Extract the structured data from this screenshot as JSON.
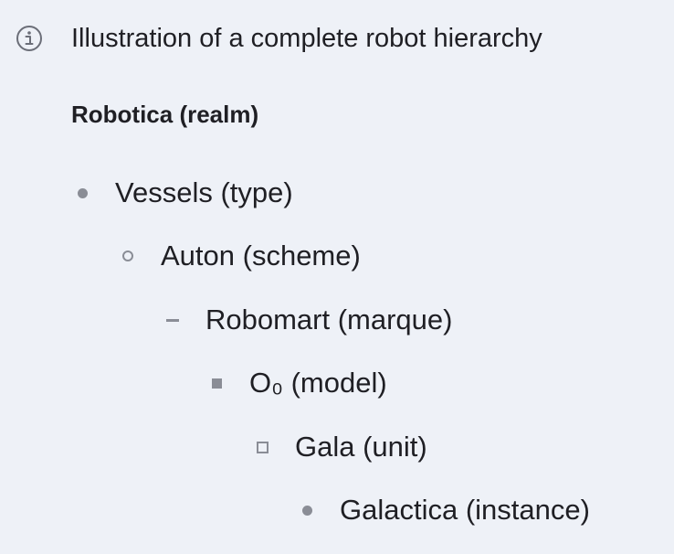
{
  "callout": {
    "icon": "info-icon",
    "title": "Illustration of a complete robot hierarchy"
  },
  "hierarchy": {
    "root": "Robotica (realm)",
    "levels": [
      {
        "label": "Vessels (type)",
        "marker": "filled-disc"
      },
      {
        "label": "Auton (scheme)",
        "marker": "hollow-circle"
      },
      {
        "label": "Robomart (marque)",
        "marker": "dash"
      },
      {
        "label": "O₀ (model)",
        "marker": "filled-square"
      },
      {
        "label": "Gala (unit)",
        "marker": "hollow-square"
      },
      {
        "label": "Galactica (instance)",
        "marker": "filled-disc"
      }
    ]
  },
  "colors": {
    "background": "#eef1f7",
    "text": "#1f1f24",
    "marker": "#8a8d96"
  }
}
